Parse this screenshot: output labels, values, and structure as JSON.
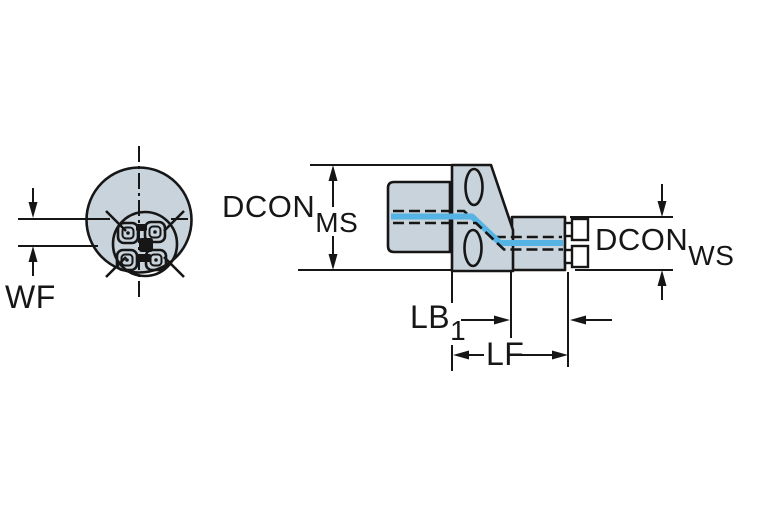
{
  "labels": {
    "wf": "WF",
    "dcon_ms": {
      "base": "DCON",
      "sub": "MS"
    },
    "dcon_ws": {
      "base": "DCON",
      "sub": "WS"
    },
    "lb1": {
      "base": "LB",
      "sub": "1"
    },
    "lf": "LF"
  },
  "colors": {
    "background": "#ffffff",
    "line": "#161616",
    "body_fill": "#c8d3dc",
    "coolant": "#55b4e4",
    "screw_fill": "#ffffff"
  }
}
